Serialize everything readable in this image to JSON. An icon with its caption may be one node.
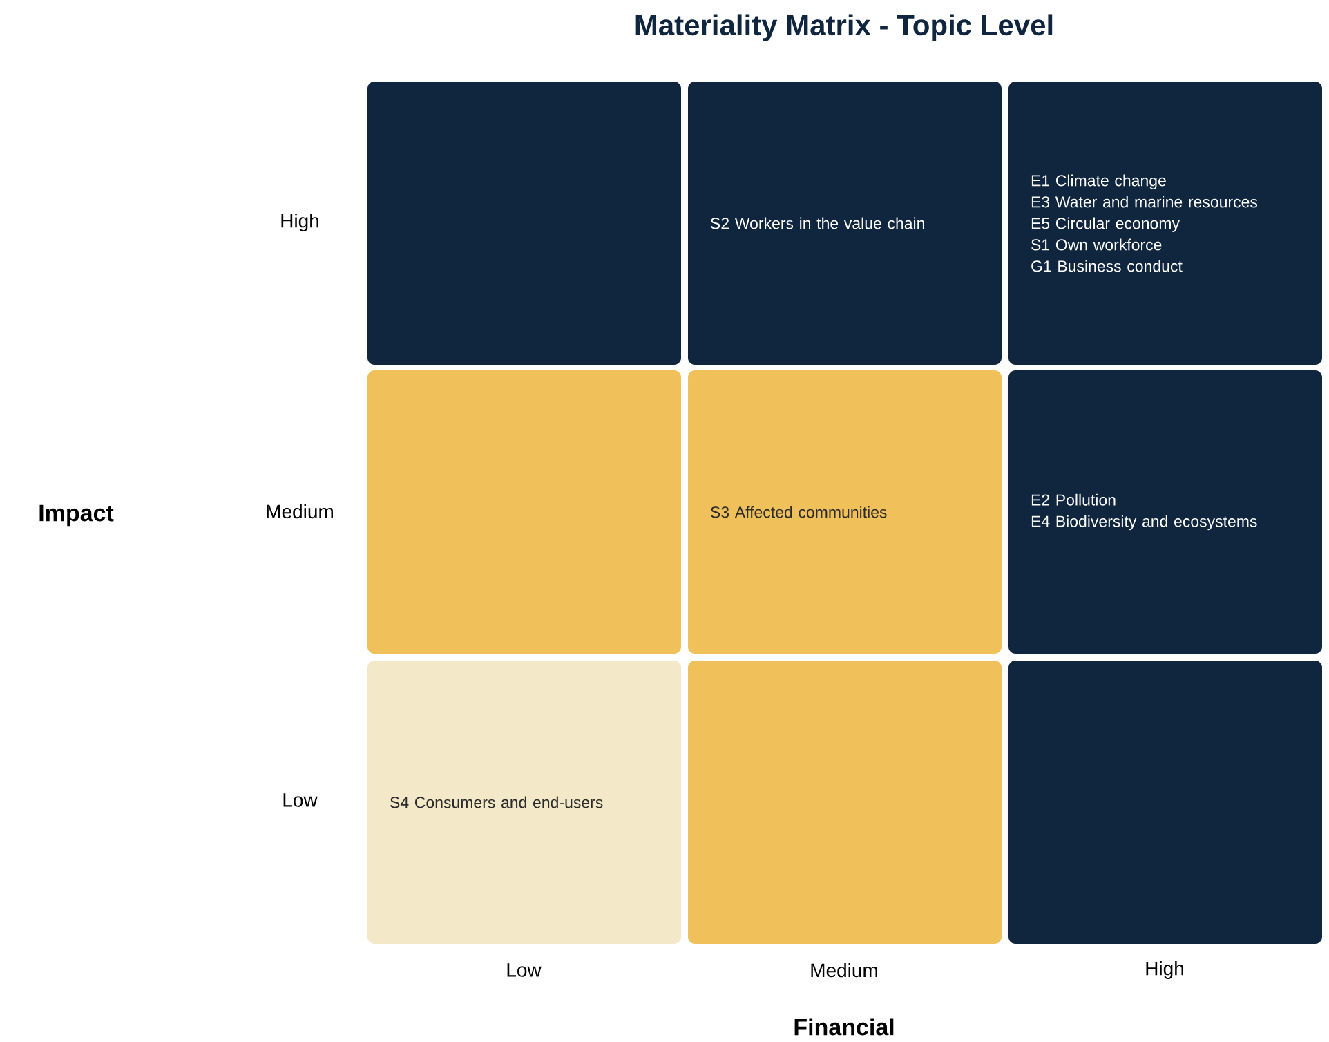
{
  "diagram": {
    "title": "Materiality Matrix - Topic Level",
    "nodes": [
      {
        "text": [],
        "shape": "box"
      },
      {
        "text": [
          "S2 Workers in the value chain"
        ]
      },
      {
        "text": [
          "E1 Climate change",
          "E3 Water and marine resources",
          "E5 Circular economy",
          "S1 Own workforce",
          "G1 Business conduct"
        ]
      },
      {
        "text": [],
        "shape": "box"
      },
      {
        "text": [
          "S3 Affected communities"
        ]
      },
      {
        "text": [
          "E2 Pollution",
          "E4 Biodiversity and ecosystems"
        ]
      },
      {
        "text": [
          "S4 Consumers and end-users"
        ]
      },
      {
        "text": [],
        "shape": "box"
      },
      {
        "text": [],
        "shape": "box"
      }
    ],
    "labels": [
      "High",
      "Impact",
      "Medium",
      "Low",
      "Low",
      "Medium",
      "High",
      "Financial"
    ]
  }
}
